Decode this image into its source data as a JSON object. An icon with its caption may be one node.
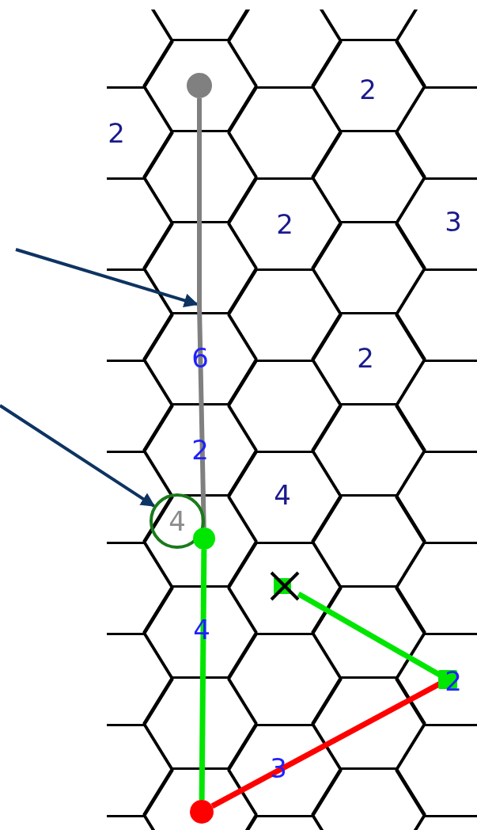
{
  "diagram": {
    "nodes": [
      {
        "text": [],
        "shape": "circle"
      },
      {
        "text": [],
        "shape": "point"
      },
      {
        "text": [
          "4"
        ]
      },
      {
        "text": [],
        "shape": "circle"
      },
      {
        "text": [],
        "shape": "cross"
      },
      {
        "text": [],
        "shape": "square"
      },
      {
        "text": [],
        "shape": "circle"
      }
    ],
    "edges": [
      {
        "from": 0,
        "to": 1,
        "arrow": "none",
        "color": "#808080"
      },
      {
        "from": 1,
        "to": 3,
        "arrow": "none",
        "color": "#808080"
      },
      {
        "from": 3,
        "to": 6,
        "arrow": "none",
        "color": "#00e600"
      },
      {
        "from": 6,
        "to": 5,
        "arrow": "none",
        "color": "#ff0000"
      },
      {
        "from": 5,
        "to": 4,
        "arrow": "none",
        "color": "#00e600"
      },
      {
        "from": null,
        "to": 1,
        "arrow": "to",
        "color": "#0d3461"
      },
      {
        "from": null,
        "to": 2,
        "arrow": "to",
        "color": "#0d3461"
      }
    ],
    "labels": [
      "2",
      "2",
      "2",
      "3",
      "6",
      "2",
      "2",
      "4",
      "4",
      "2",
      "3"
    ]
  }
}
